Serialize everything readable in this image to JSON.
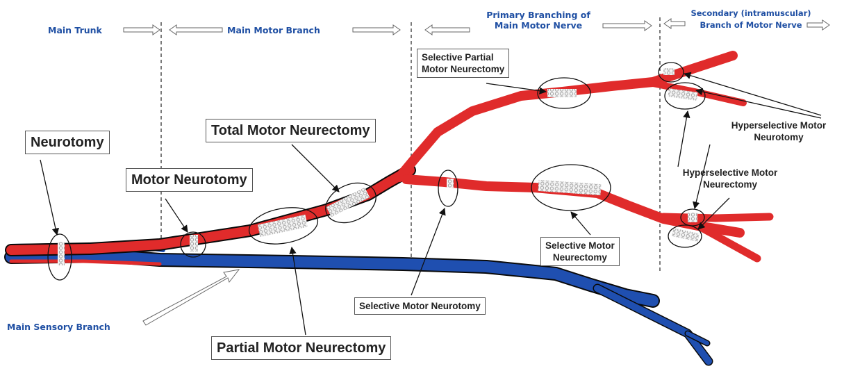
{
  "colors": {
    "motor": "#e02b2b",
    "sensory": "#1f4fb0",
    "outline": "#0a0a0a",
    "header_text": "#1f4fa3"
  },
  "headers": {
    "main_trunk": "Main Trunk",
    "main_motor_branch": "Main Motor Branch",
    "primary_branching": [
      "Primary Branching of",
      "Main Motor Nerve"
    ],
    "secondary_branch": [
      "Secondary (intramuscular)",
      "Branch of Motor Nerve"
    ]
  },
  "side_labels": {
    "main_sensory_branch": "Main Sensory Branch"
  },
  "callouts": {
    "neurotomy": "Neurotomy",
    "motor_neurotomy": "Motor Neurotomy",
    "total_motor_neurectomy": "Total Motor Neurectomy",
    "partial_motor_neurectomy": "Partial Motor Neurectomy",
    "selective_partial_motor_neurectomy": [
      "Selective Partial",
      "Motor Neurectomy"
    ],
    "selective_motor_neurotomy": "Selective Motor Neurotomy",
    "selective_motor_neurectomy": [
      "Selective Motor",
      "Neurectomy"
    ],
    "hyperselective_motor_neurotomy": [
      "Hyperselective Motor",
      "Neurotomy"
    ],
    "hyperselective_motor_neurectomy": [
      "Hyperselective Motor",
      "Neurectomy"
    ]
  }
}
